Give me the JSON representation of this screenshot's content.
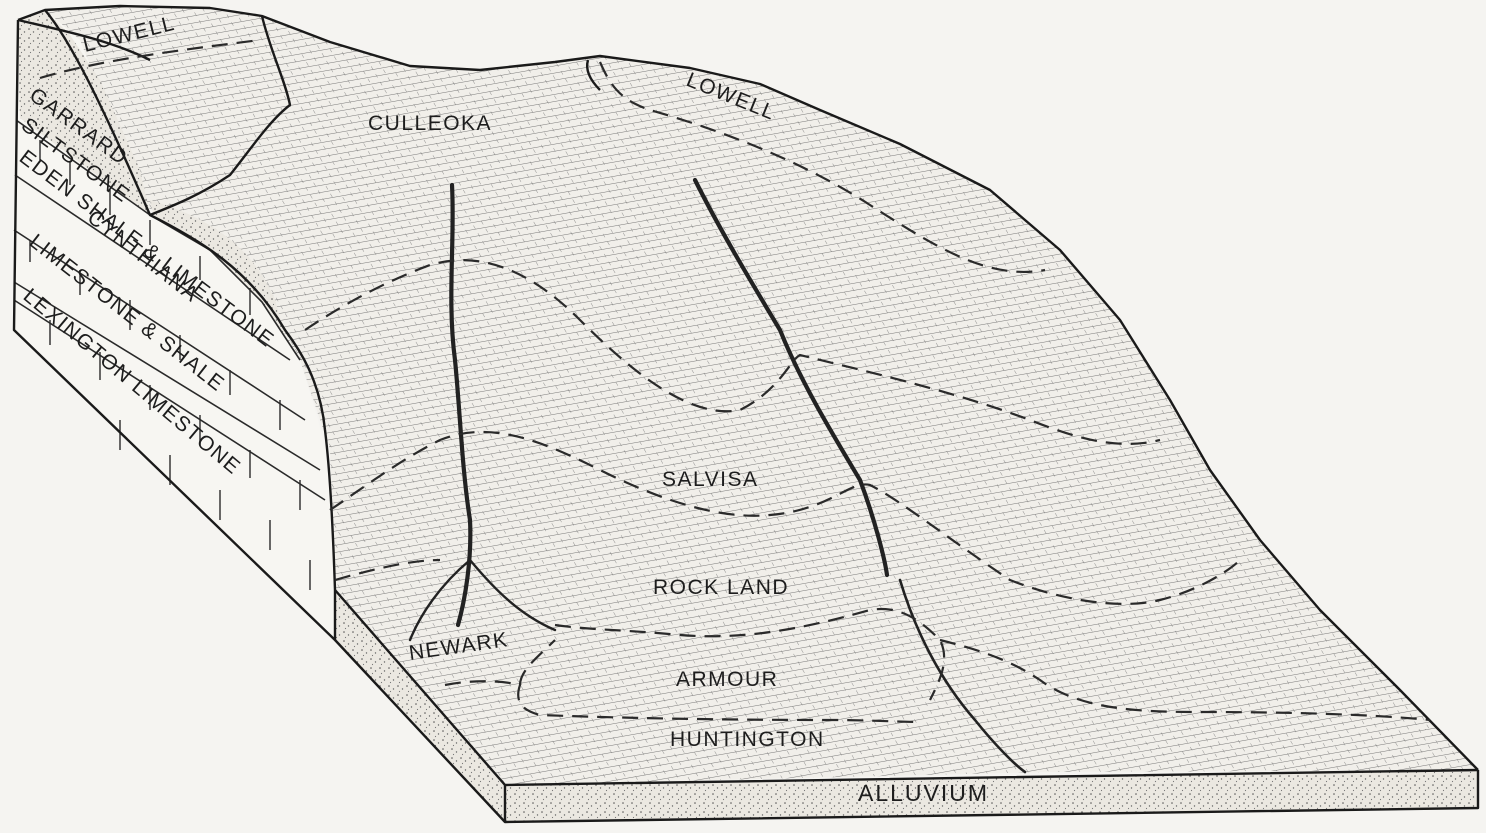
{
  "soil_units": {
    "lowell_upper_left": "LOWELL",
    "lowell_ridge": "LOWELL",
    "culleoka": "CULLEOKA",
    "salvisa": "SALVISA",
    "rock_land": "ROCK LAND",
    "newark": "NEWARK",
    "armour": "ARMOUR",
    "huntington": "HUNTINGTON",
    "alluvium": "ALLUVIUM"
  },
  "geologic_formations": {
    "garrard_1": "GARRARD",
    "garrard_2": "SILTSTONE",
    "eden": "EDEN SHALE & LIMESTONE",
    "cynthiana_1": "CYNTHIANA",
    "cynthiana_2": "LIMESTONE & SHALE",
    "lexington": "LEXINGTON LIMESTONE"
  },
  "colors": {
    "ink": "#1a1a1a",
    "paper": "#f5f4f1",
    "surface": "#efede8",
    "alluvium_fill": "#e6e3dc"
  }
}
